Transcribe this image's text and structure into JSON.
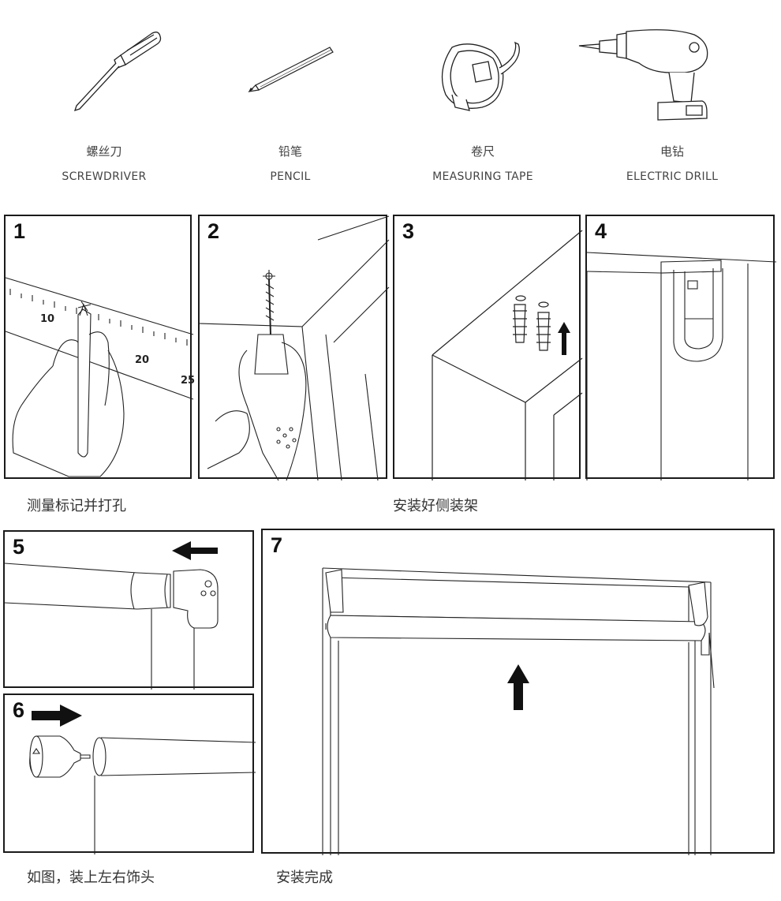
{
  "tools": [
    {
      "icon": "screwdriver-icon",
      "cn": "螺丝刀",
      "en": "SCREWDRIVER"
    },
    {
      "icon": "pencil-icon",
      "cn": "铅笔",
      "en": "PENCIL"
    },
    {
      "icon": "measuring-tape-icon",
      "cn": "卷尺",
      "en": "MEASURING TAPE"
    },
    {
      "icon": "electric-drill-icon",
      "cn": "电钻",
      "en": "ELECTRIC DRILL"
    }
  ],
  "steps": [
    {
      "num": "1"
    },
    {
      "num": "2"
    },
    {
      "num": "3"
    },
    {
      "num": "4"
    },
    {
      "num": "5"
    },
    {
      "num": "6"
    },
    {
      "num": "7"
    }
  ],
  "ruler_ticks": [
    "10",
    "20",
    "25"
  ],
  "captions": {
    "measure_drill": "测量标记并打孔",
    "install_brackets": "安装好侧装架",
    "install_end_caps": "如图，装上左右饰头",
    "install_done": "安装完成"
  }
}
